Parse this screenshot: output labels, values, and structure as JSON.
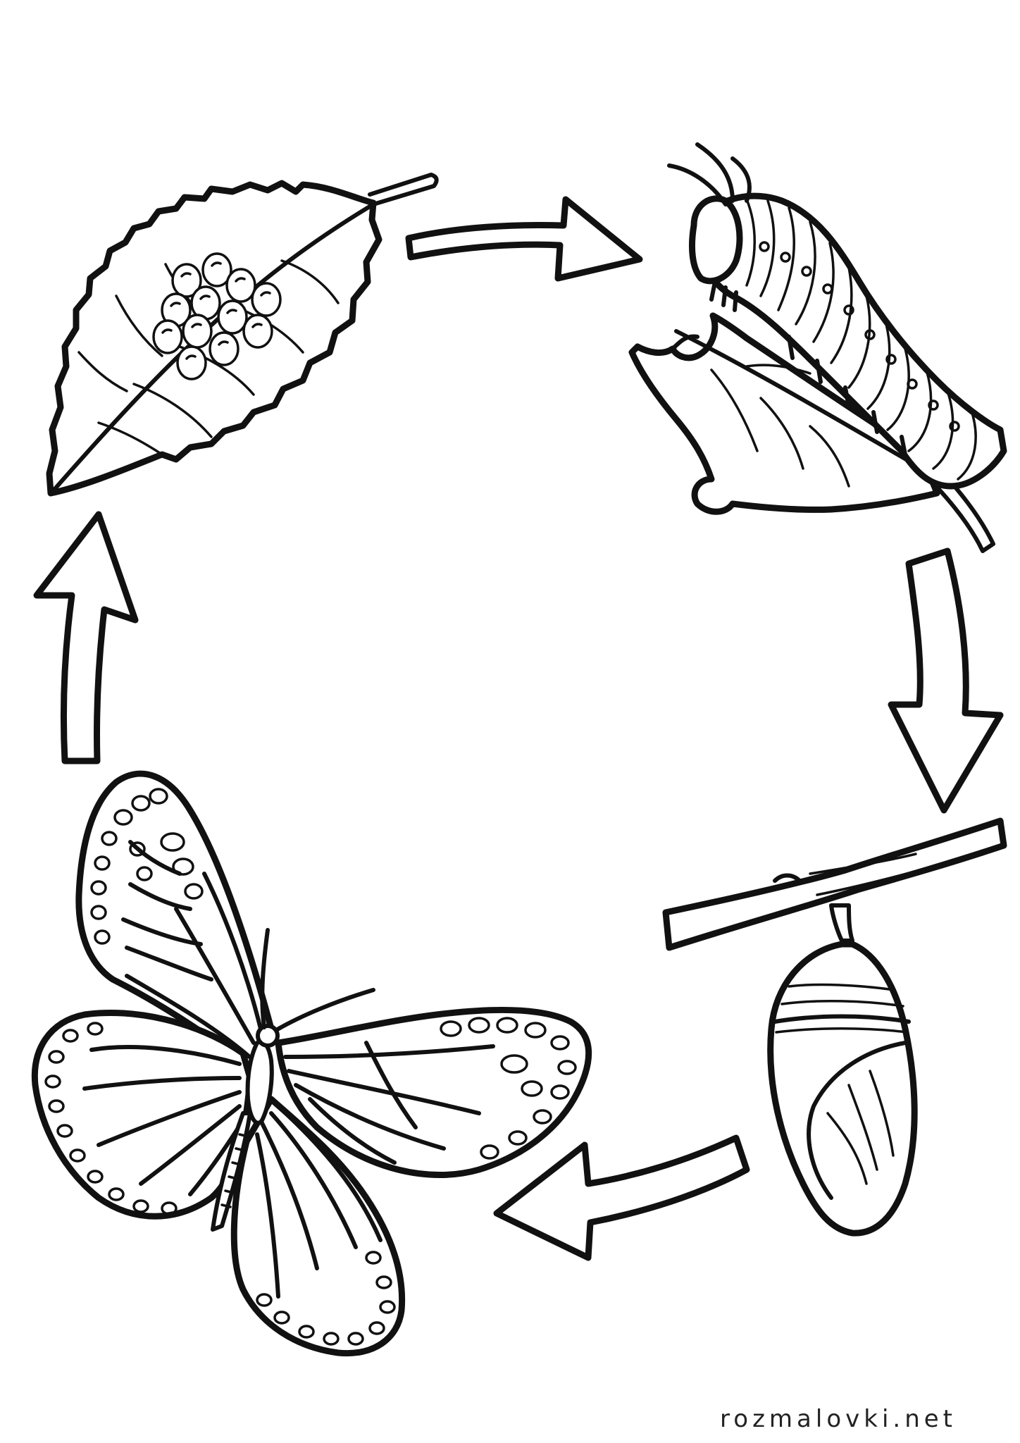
{
  "credit": "rozmalovki.net",
  "stages": [
    "eggs-on-leaf",
    "caterpillar",
    "chrysalis",
    "butterfly"
  ],
  "colors": {
    "line": "#111111",
    "background": "#ffffff"
  }
}
